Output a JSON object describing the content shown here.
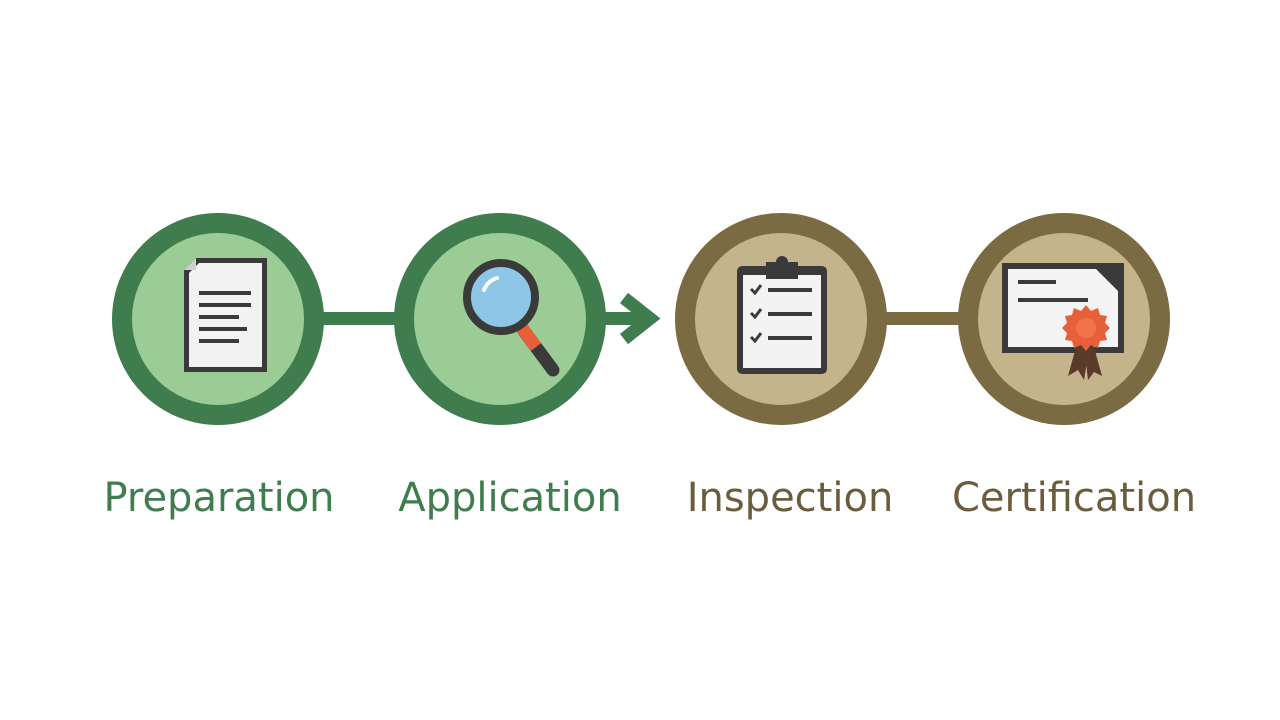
{
  "diagram": {
    "type": "process-flow",
    "steps": [
      {
        "label": "Preparation",
        "icon": "document-icon",
        "phase": "green"
      },
      {
        "label": "Application",
        "icon": "magnifying-glass-icon",
        "phase": "green"
      },
      {
        "label": "Inspection",
        "icon": "clipboard-checklist-icon",
        "phase": "olive"
      },
      {
        "label": "Certification",
        "icon": "certificate-icon",
        "phase": "olive"
      }
    ],
    "connectors": [
      {
        "from": "Preparation",
        "to": "Application",
        "style": "line"
      },
      {
        "from": "Application",
        "to": "Inspection",
        "style": "arrow"
      },
      {
        "from": "Inspection",
        "to": "Certification",
        "style": "line"
      }
    ]
  },
  "colors": {
    "green_ring": "#3f7d4f",
    "green_fill": "#9ccc96",
    "green_text": "#3f7d4f",
    "olive_ring": "#7b6b42",
    "olive_fill": "#c4b48c",
    "olive_text": "#6b5d3b",
    "icon_dark": "#3a3a3a",
    "seal_orange": "#e8603a",
    "ribbon_brown": "#5a3a28",
    "lens_blue": "#8ec6e8"
  }
}
